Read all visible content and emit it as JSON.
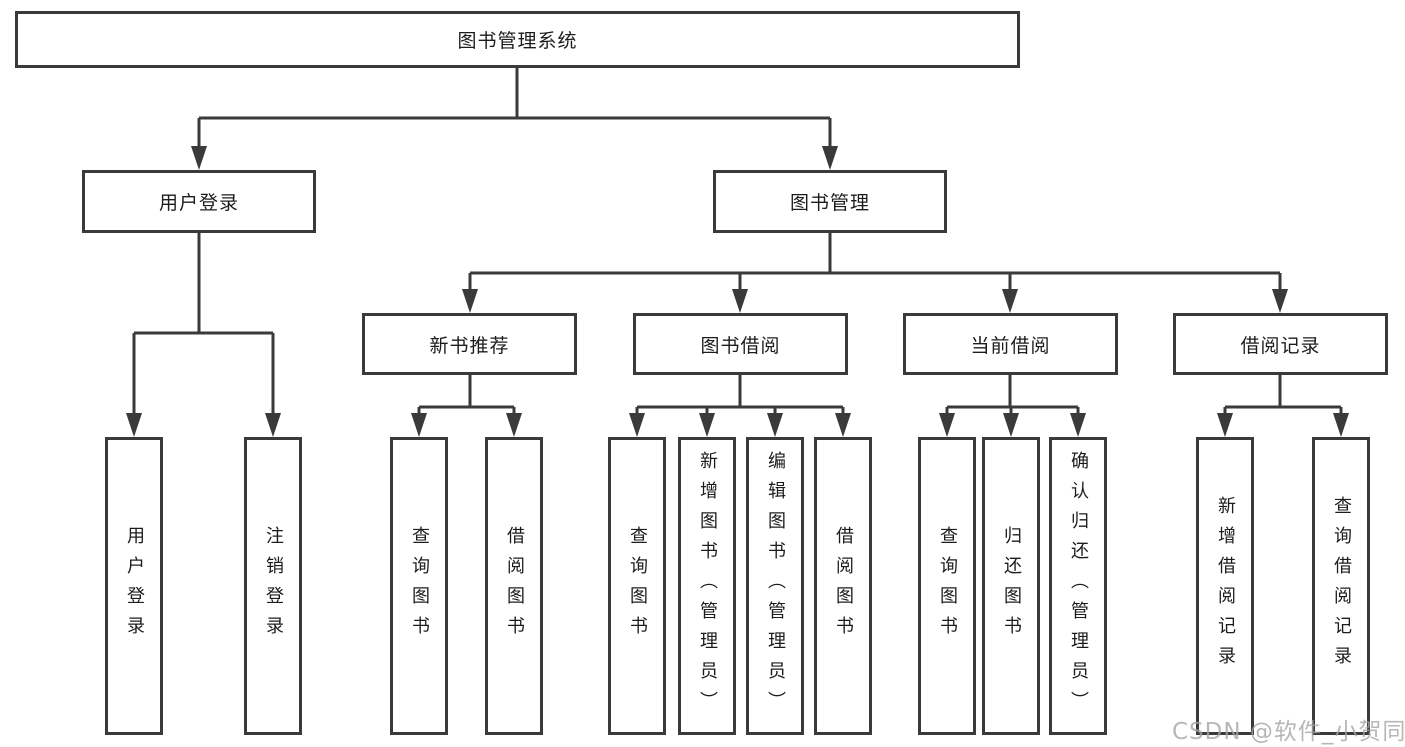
{
  "tree": {
    "root": {
      "label": "图书管理系统"
    },
    "user": {
      "label": "用户登录",
      "children": [
        {
          "label": "用户登录"
        },
        {
          "label": "注销登录"
        }
      ]
    },
    "book": {
      "label": "图书管理",
      "children": [
        {
          "label": "新书推荐",
          "children": [
            {
              "label": "查询图书"
            },
            {
              "label": "借阅图书"
            }
          ]
        },
        {
          "label": "图书借阅",
          "children": [
            {
              "label": "查询图书"
            },
            {
              "label": "新增图书（管理员）"
            },
            {
              "label": "编辑图书（管理员）"
            },
            {
              "label": "借阅图书"
            }
          ]
        },
        {
          "label": "当前借阅",
          "children": [
            {
              "label": "查询图书"
            },
            {
              "label": "归还图书"
            },
            {
              "label": "确认归还（管理员）"
            }
          ]
        },
        {
          "label": "借阅记录",
          "children": [
            {
              "label": "新增借阅记录"
            },
            {
              "label": "查询借阅记录"
            }
          ]
        }
      ]
    }
  },
  "watermark": {
    "text": "CSDN @软件_小贺同学"
  },
  "colors": {
    "line": "#3a3a3a",
    "text": "#1c1c1c",
    "watermark": "#a5a5a5",
    "background": "#ffffff"
  }
}
